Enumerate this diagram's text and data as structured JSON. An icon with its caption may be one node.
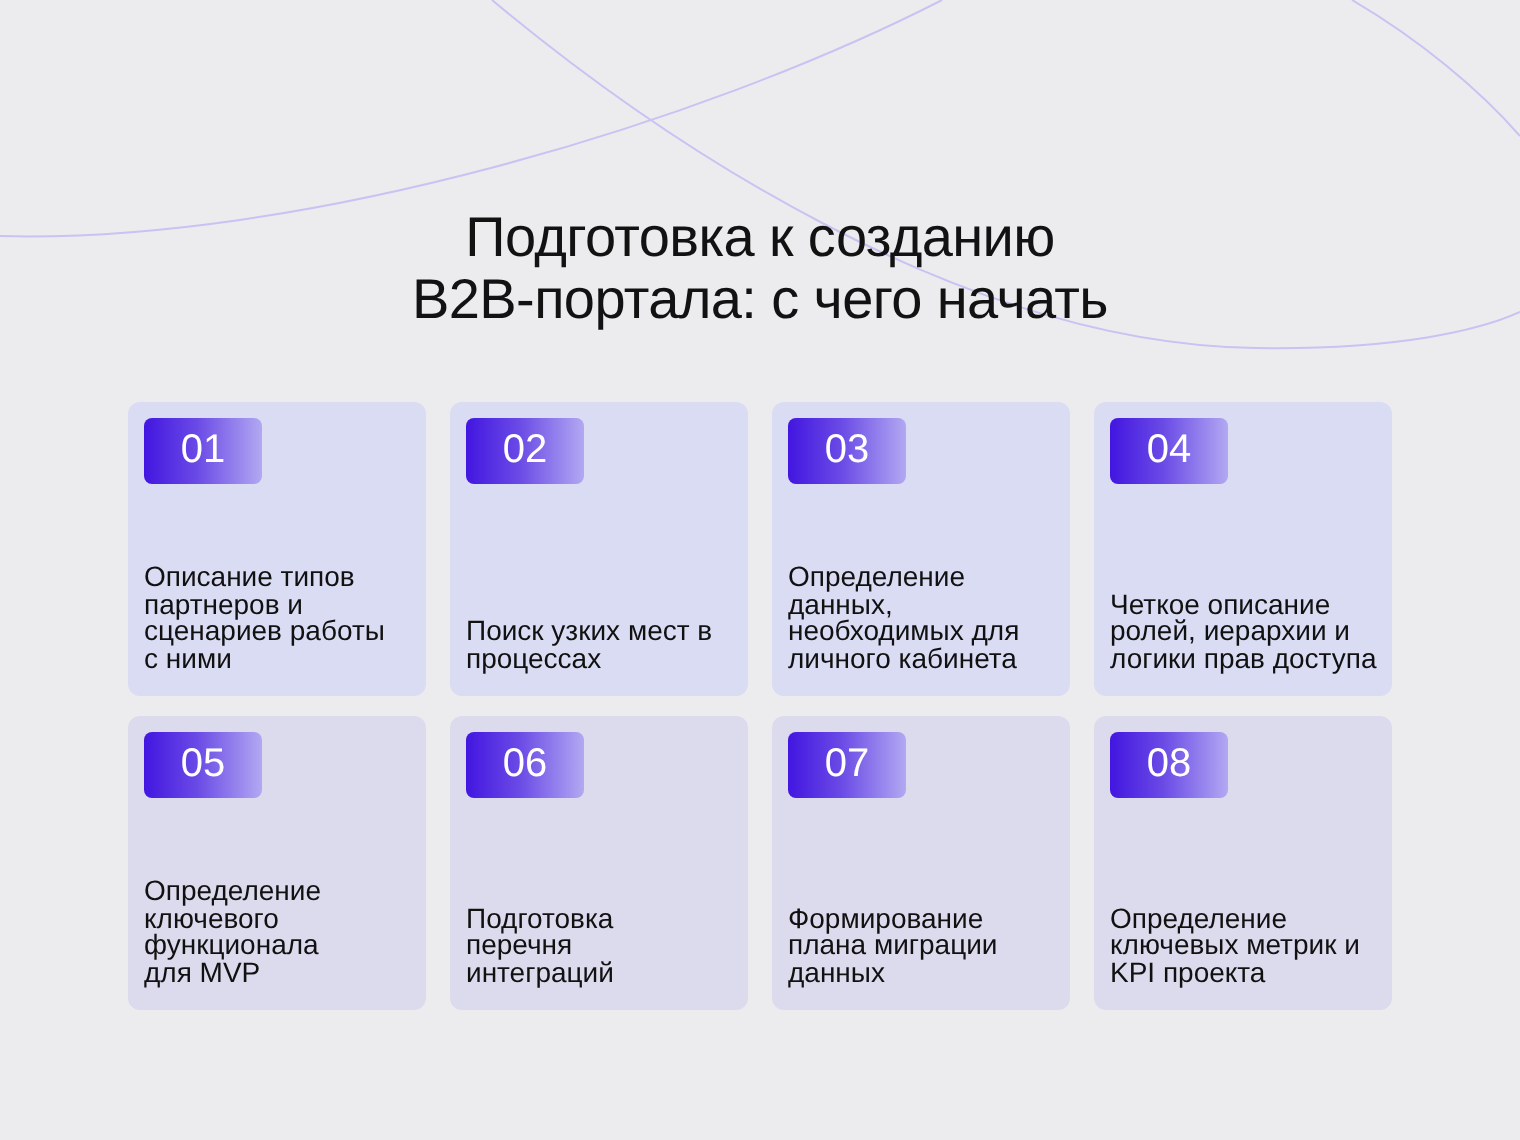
{
  "diagram": {
    "title": "Подготовка к созданию B2B-портала: с чего начать",
    "nodes": [
      {
        "text": [
          "Описание типов партнеров и сценариев работы с ними"
        ]
      },
      {
        "text": [
          "01"
        ],
        "in": 0
      },
      {
        "text": [
          "Поиск узких мест в процессах"
        ]
      },
      {
        "text": [
          "02"
        ],
        "in": 2
      },
      {
        "text": [
          "Определение данных, необходимых для личного кабинета"
        ]
      },
      {
        "text": [
          "03"
        ],
        "in": 4
      },
      {
        "text": [
          "Четкое описание ролей, иерархии и логики прав доступа"
        ]
      },
      {
        "text": [
          "04"
        ],
        "in": 6
      },
      {
        "text": [
          "Определение ключевого функционала для MVP"
        ]
      },
      {
        "text": [
          "05"
        ],
        "in": 8
      },
      {
        "text": [
          "Подготовка перечня интеграций"
        ]
      },
      {
        "text": [
          "06"
        ],
        "in": 10
      },
      {
        "text": [
          "Формирование плана миграции данных"
        ]
      },
      {
        "text": [
          "07"
        ],
        "in": 12
      },
      {
        "text": [
          "Определение ключевых метрик и KPI проекта"
        ]
      },
      {
        "text": [
          "08"
        ],
        "in": 14
      }
    ]
  }
}
